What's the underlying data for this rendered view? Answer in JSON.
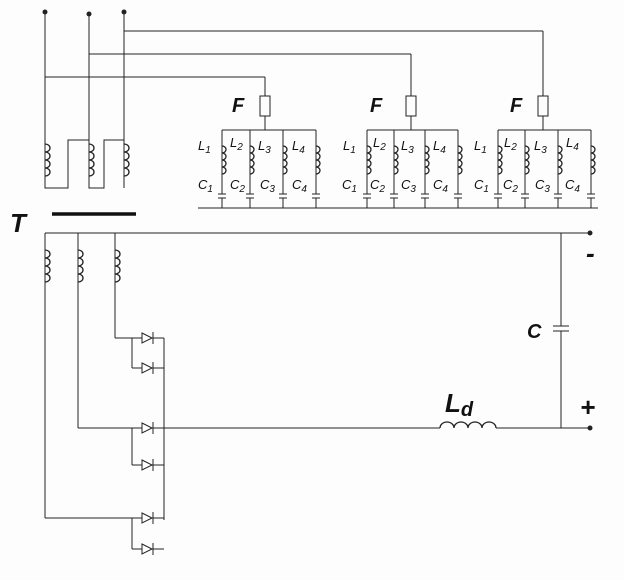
{
  "labels": {
    "transformer": "T",
    "fuse": "F",
    "capacitor": "C",
    "inductor_main": "L",
    "inductor_main_sub": "d",
    "minus": "-",
    "plus": "+"
  },
  "filter_groups": [
    {
      "inductors": [
        {
          "base": "L",
          "sub": "1"
        },
        {
          "base": "L",
          "sub": "2"
        },
        {
          "base": "L",
          "sub": "3"
        },
        {
          "base": "L",
          "sub": "4"
        }
      ],
      "capacitors": [
        {
          "base": "C",
          "sub": "1"
        },
        {
          "base": "C",
          "sub": "2"
        },
        {
          "base": "C",
          "sub": "3"
        },
        {
          "base": "C",
          "sub": "4"
        }
      ]
    },
    {
      "inductors": [
        {
          "base": "L",
          "sub": "1"
        },
        {
          "base": "L",
          "sub": "2"
        },
        {
          "base": "L",
          "sub": "3"
        },
        {
          "base": "L",
          "sub": "4"
        }
      ],
      "capacitors": [
        {
          "base": "C",
          "sub": "1"
        },
        {
          "base": "C",
          "sub": "2"
        },
        {
          "base": "C",
          "sub": "3"
        },
        {
          "base": "C",
          "sub": "4"
        }
      ]
    },
    {
      "inductors": [
        {
          "base": "L",
          "sub": "1"
        },
        {
          "base": "L",
          "sub": "2"
        },
        {
          "base": "L",
          "sub": "3"
        },
        {
          "base": "L",
          "sub": "4"
        }
      ],
      "capacitors": [
        {
          "base": "C",
          "sub": "1"
        },
        {
          "base": "C",
          "sub": "2"
        },
        {
          "base": "C",
          "sub": "3"
        },
        {
          "base": "C",
          "sub": "4"
        }
      ]
    }
  ]
}
